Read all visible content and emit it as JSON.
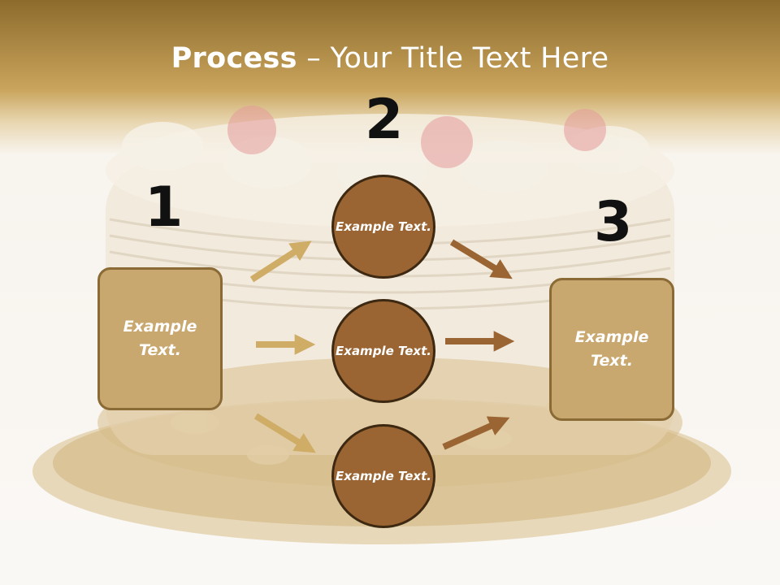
{
  "title": {
    "bold": "Process",
    "rest": " – Your Title Text Here"
  },
  "numbers": [
    "1",
    "2",
    "3"
  ],
  "left_box": {
    "text": "Example Text."
  },
  "circles": [
    {
      "text": "Example Text."
    },
    {
      "text": "Example Text."
    },
    {
      "text": "Example Text."
    }
  ],
  "right_box": {
    "text": "Example Text."
  },
  "colors": {
    "header": "#c9a45c",
    "box_fill": "#c9a870",
    "circle_fill": "#9a6532",
    "arrow_light": "#d0ad66",
    "arrow_dark": "#9a6532"
  }
}
